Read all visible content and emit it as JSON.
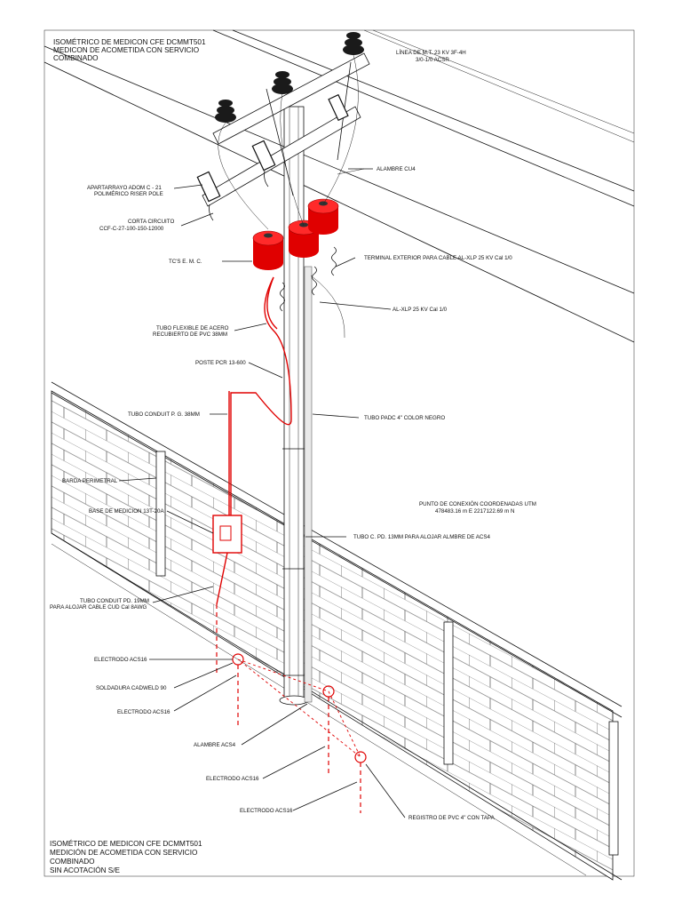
{
  "title_top": {
    "line1": "ISOMÉTRICO  DE MEDICON  CFE DCMMT501",
    "line2": "MEDICON DE ACOMETIDA CON SERVICIO",
    "line3": "COMBINADO"
  },
  "title_bottom": {
    "line1": "ISOMÉTRICO  DE MEDICON  CFE DCMMT501",
    "line2": "MEDICIÓN DE ACOMETIDA CON SERVICIO",
    "line3": "COMBINADO",
    "line4": "SIN ACOTACIÓN S/E"
  },
  "labels": {
    "linea_mt_1": "LÍNEA DE M.T. 23 KV 3F-4H",
    "linea_mt_2": "3/0-1/0 ACSR",
    "alambre_cu4": "ALAMBRE CU4",
    "apartarrayo_1": "APARTARRAYO ADOM C - 21",
    "apartarrayo_2": "POLIMÉRICO RISER POLE",
    "corta_circuito_1": "CORTA CIRCUITO",
    "corta_circuito_2": "CCF-C-27-100-150-12000",
    "tcs": "TC'S  E. M. C.",
    "terminal_exterior": "TERMINAL EXTERIOR PARA CABLE AL-XLP 25 KV Cal 1/0",
    "al_xlp": "AL-XLP 25 KV Cal 1/0",
    "tubo_flexible_1": "TUBO FLEXIBLE DE ACERO",
    "tubo_flexible_2": "RECUBIERTO DE PVC  38MM",
    "poste": "POSTE PCR 13-600",
    "tubo_conduit_pg": "TUBO CONDUIT P. G. 38MM",
    "tubo_padc": "TUBO PADC 4\" COLOR NEGRO",
    "barda": "BARDA PERIMETRAL",
    "base_medicion": "BASE DE MEDICION 13T-20A",
    "punto_conexion_1": "PUNTO DE CONEXIÓN COORDENADAS UTM",
    "punto_conexion_2": "478483.16 m E  2217122.69 m N",
    "tubo_cpd": "TUBO C. PD. 13MM PARA ALOJAR ALMBRE DE ACS4",
    "tubo_conduit_pd_1": "TUBO CONDUIT PD. 19MM",
    "tubo_conduit_pd_2": "PARA ALOJAR CABLE CUD Cal 8AWG",
    "electrodo_1": "ELECTRODO ACS16",
    "soldadura": "SOLDADURA CADWELD 90",
    "electrodo_2": "ELECTRODO ACS16",
    "alambre_acs4": "ALAMBRE ACS4",
    "electrodo_3": "ELECTRODO ACS16",
    "registro_pvc": "REGISTRO DE PVC 4\" CON TAPA",
    "electrodo_4": "ELECTRODO ACS16"
  },
  "colors": {
    "red": "#e00000",
    "line": "#111111",
    "background": "#ffffff"
  }
}
